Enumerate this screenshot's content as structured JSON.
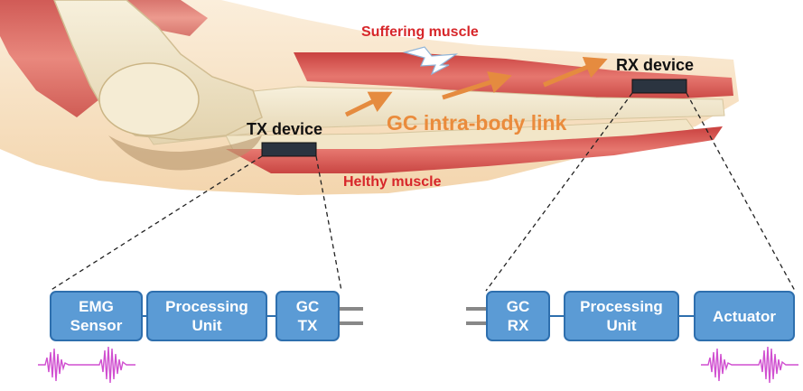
{
  "labels": {
    "suffering_muscle": "Suffering muscle",
    "tx_device": "TX device",
    "rx_device": "RX device",
    "gc_link": "GC intra-body link",
    "healthy_muscle": "Helthy muscle"
  },
  "tx_chain": {
    "emg_sensor": "EMG\nSensor",
    "processing_unit": "Processing\nUnit",
    "gc_tx": "GC\nTX"
  },
  "rx_chain": {
    "gc_rx": "GC\nRX",
    "processing_unit": "Processing\nUnit",
    "actuator": "Actuator"
  },
  "colors": {
    "block_fill": "#5b9bd5",
    "block_border": "#2e6fae",
    "muscle_red": "#d7262a",
    "link_orange": "#ea8b3c",
    "skin": "#f6dfbe",
    "emg_signal": "#d04fd0"
  }
}
